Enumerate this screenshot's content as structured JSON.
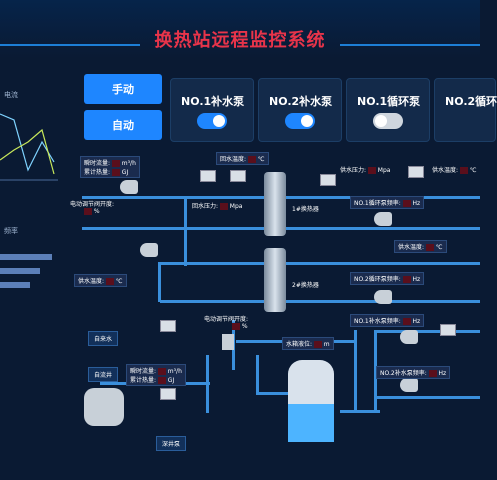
{
  "header": {
    "title": "换热站远程监控系统"
  },
  "left_panel": {
    "label_top": "电流",
    "label_mid": "频率"
  },
  "mode": {
    "manual": "手动",
    "auto": "自动"
  },
  "pumps": [
    {
      "label": "NO.1补水泵",
      "on": true
    },
    {
      "label": "NO.2补水泵",
      "on": true
    },
    {
      "label": "NO.1循环泵",
      "on": false
    },
    {
      "label": "NO.2循环",
      "on": false
    }
  ],
  "flow_top": {
    "instant_label": "瞬时流量:",
    "instant_unit": "m³/h",
    "total_label": "累计热量:",
    "total_unit": "GJ"
  },
  "valve1": {
    "label": "电动调节阀开度:",
    "unit": "%"
  },
  "return_temp": {
    "label": "回水温度:",
    "unit": "℃"
  },
  "return_press": {
    "label": "回水压力:",
    "unit": "Mpa"
  },
  "supply_press": {
    "label": "供水压力:",
    "unit": "Mpa"
  },
  "supply_temp_r": {
    "label": "供水温度:",
    "unit": "℃"
  },
  "exchanger1": {
    "label": "1#换热器"
  },
  "exchanger2": {
    "label": "2#换热器"
  },
  "circ1": {
    "label": "NO.1循环泵频率:",
    "unit": "Hz"
  },
  "circ2": {
    "label": "NO.2循环泵频率:",
    "unit": "Hz"
  },
  "supply_temp_mid": {
    "label": "供水温度:",
    "unit": "℃"
  },
  "supply_temp_left": {
    "label": "供水温度:",
    "unit": "℃"
  },
  "makeup1": {
    "label": "NO.1补水泵频率:",
    "unit": "Hz"
  },
  "makeup2": {
    "label": "NO.2补水泵频率:",
    "unit": "Hz"
  },
  "valve2": {
    "label": "电动调节阀开度:",
    "unit": "%"
  },
  "tank": {
    "label": "水箱液位:",
    "unit": "m"
  },
  "tap_water": {
    "label": "自来水"
  },
  "self_well": {
    "label": "自流井"
  },
  "flow_bottom": {
    "instant_label": "瞬时流量:",
    "instant_unit": "m³/h",
    "total_label": "累计热量:",
    "total_unit": "GJ"
  },
  "deep_well": {
    "label": "深井泵"
  },
  "colors": {
    "accent": "#1e86ff",
    "title": "#e8344a",
    "pipe": "#3a8fdc",
    "alarm": "#ff3b3b"
  }
}
